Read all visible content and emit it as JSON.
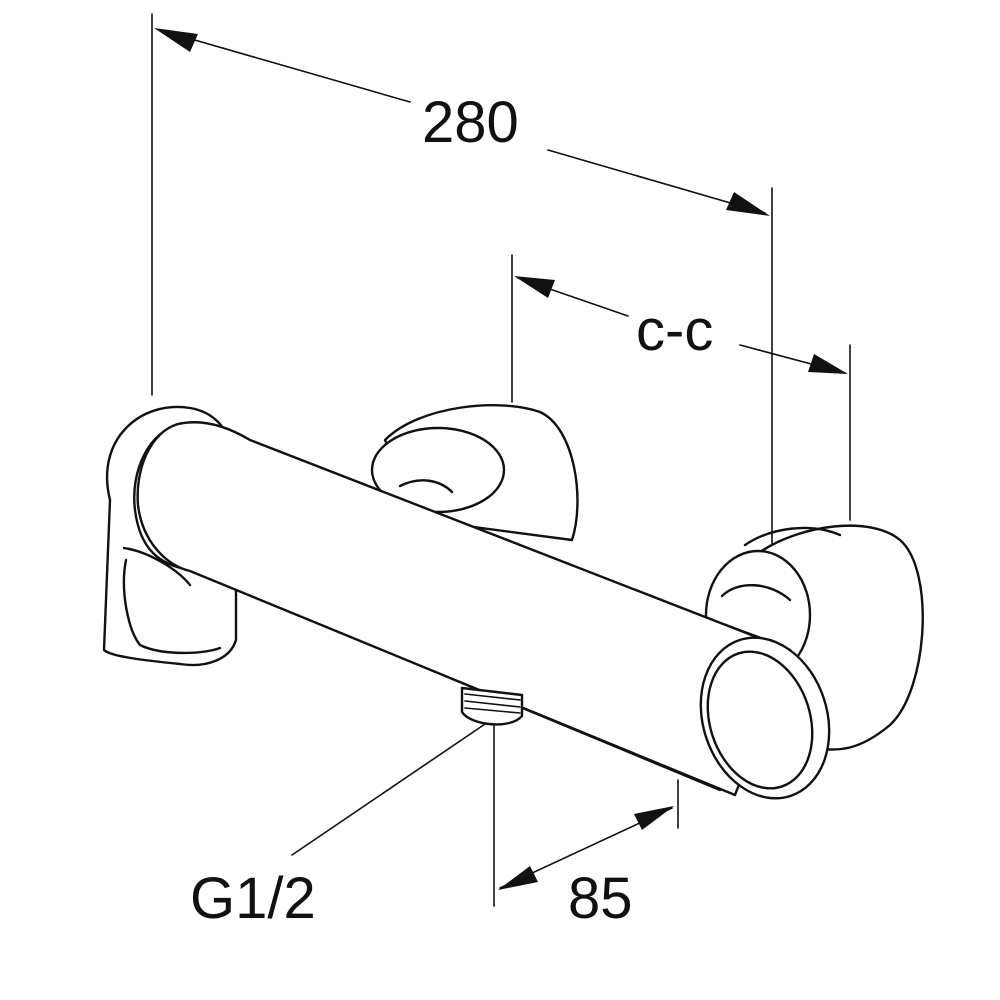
{
  "dimensions": {
    "overall_width": "280",
    "center_to_center": "c-c",
    "projection": "85",
    "connection_thread": "G1/2"
  },
  "colors": {
    "line": "#111111",
    "background": "#ffffff"
  }
}
